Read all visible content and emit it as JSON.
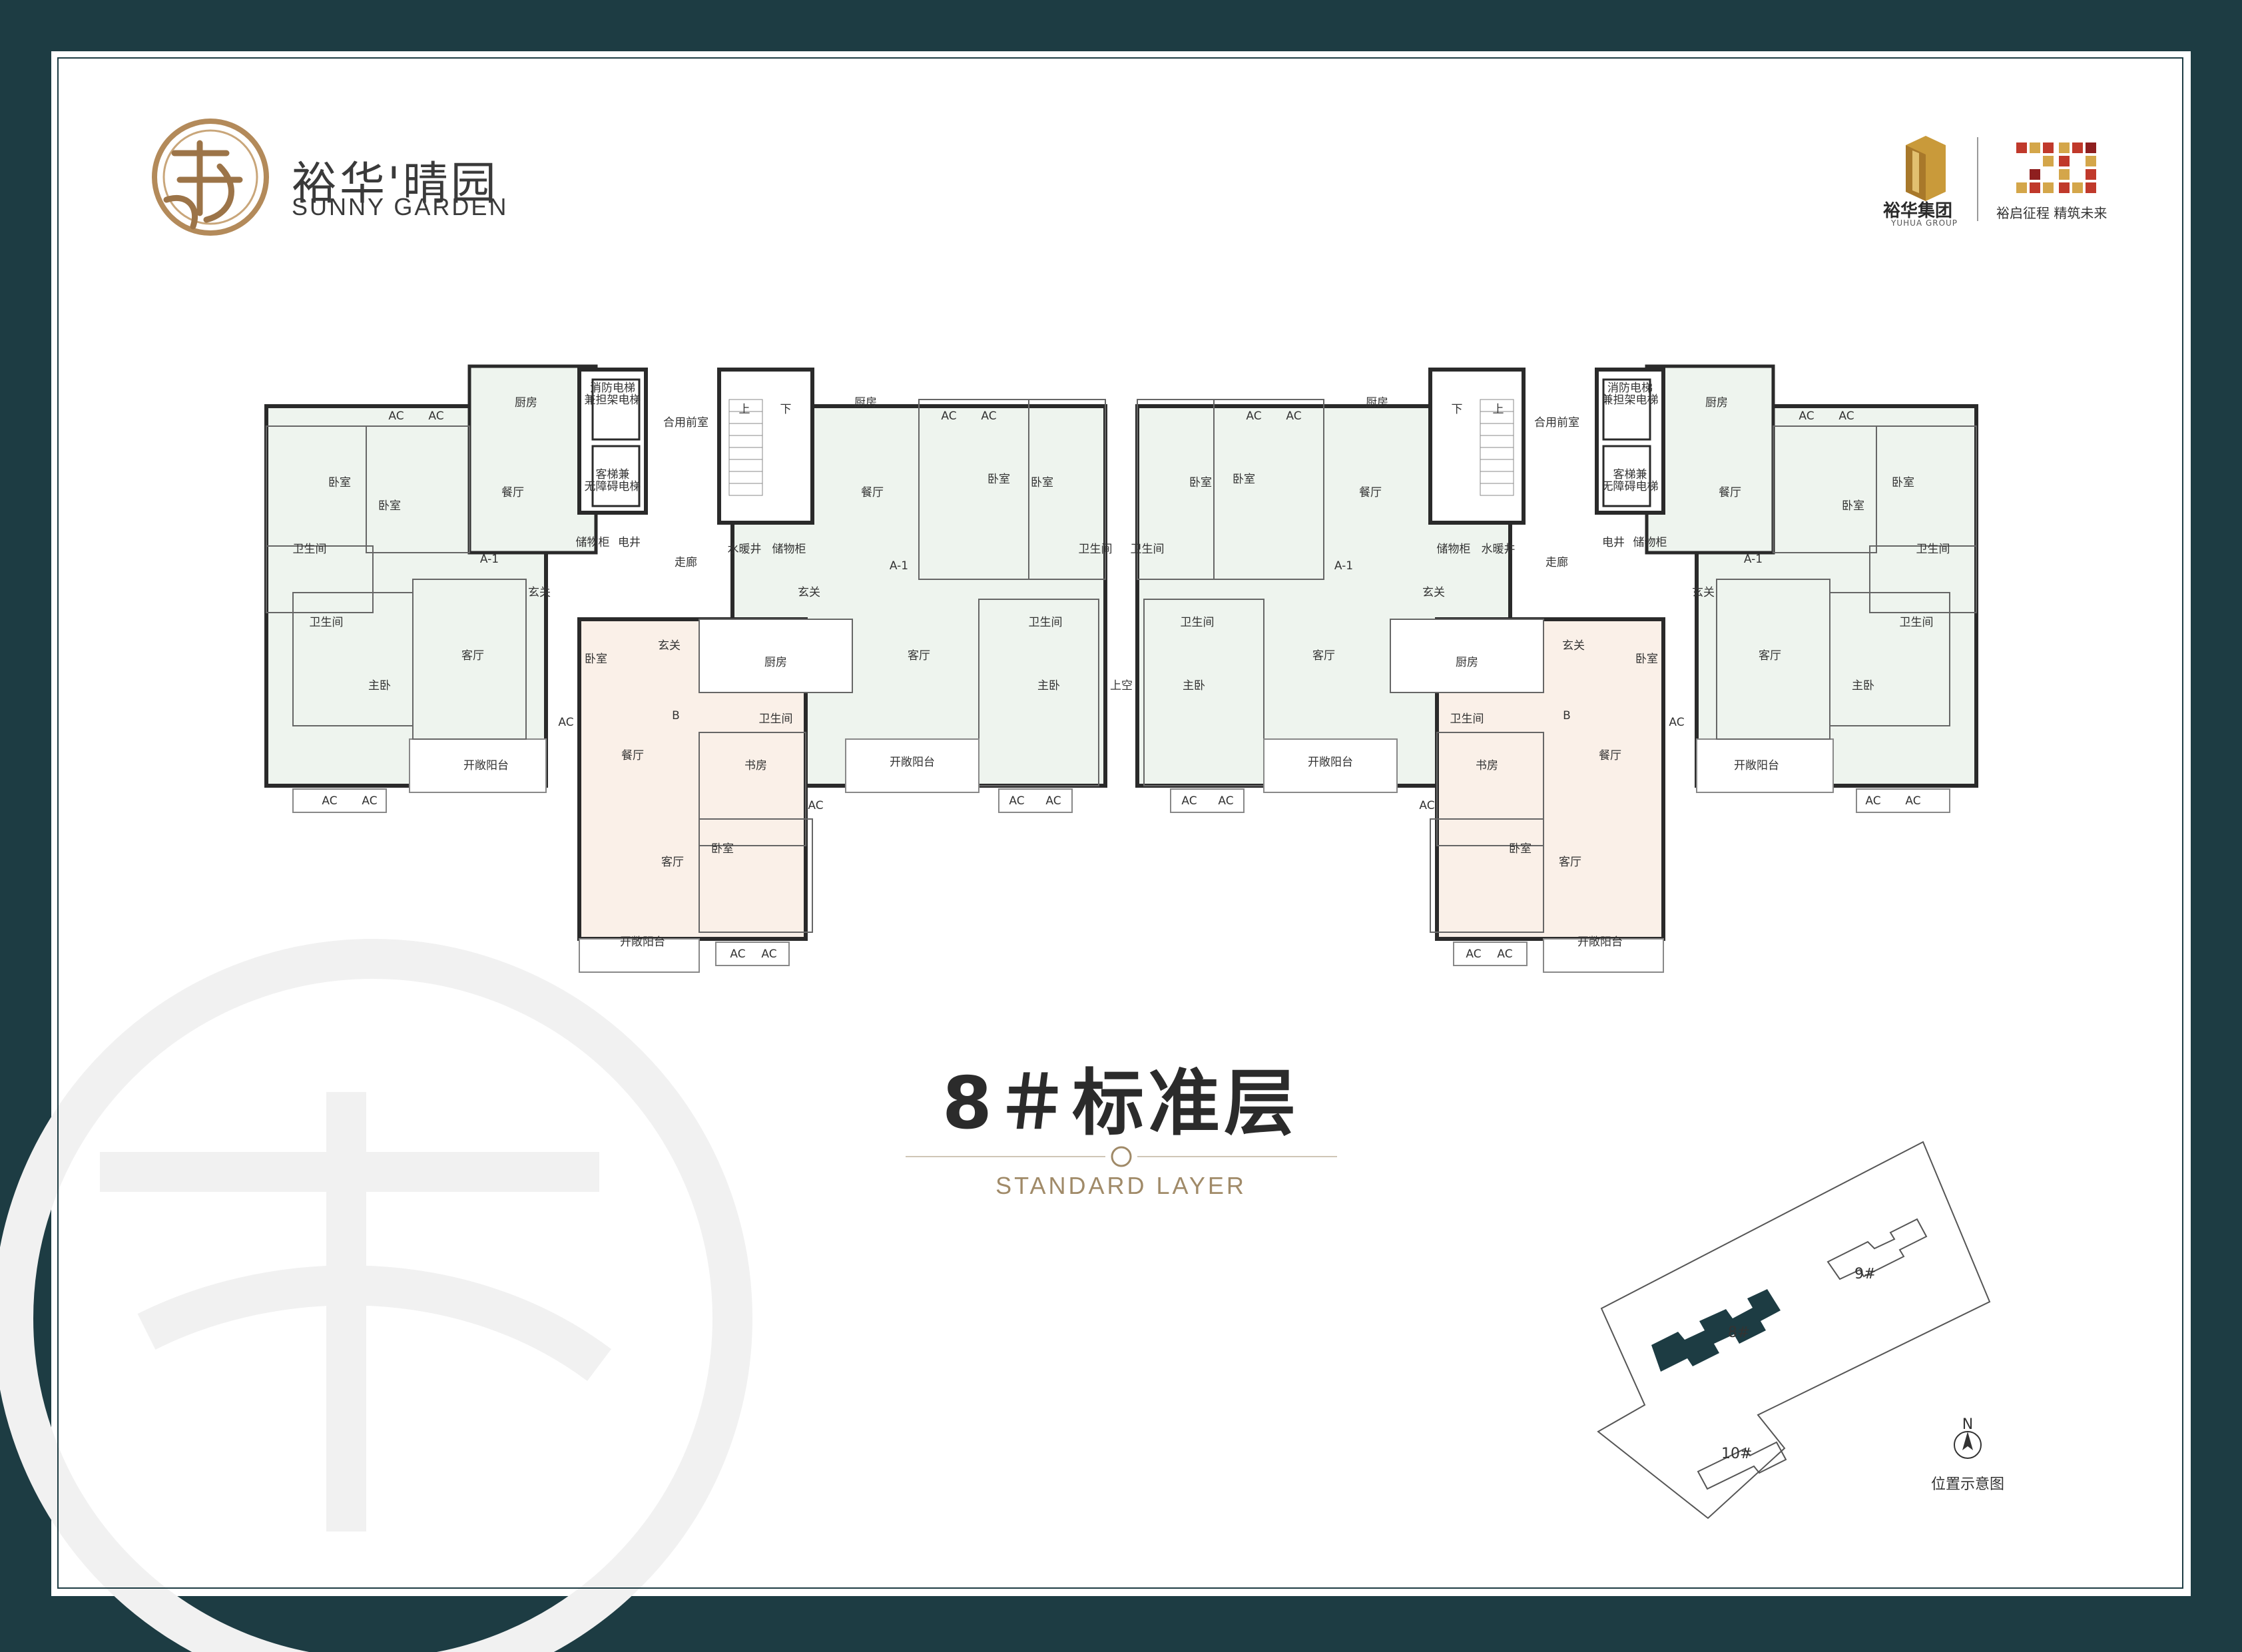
{
  "brand": {
    "name_cn": "裕华'晴园",
    "name_en": "SUNNY GARDEN",
    "group_name": "裕华集团",
    "group_name_en": "YUHUA GROUP",
    "slogan": "裕启征程 精筑未来"
  },
  "title": {
    "main": "8＃标准层",
    "sub": "STANDARD LAYER"
  },
  "colors": {
    "background": "#1d3c43",
    "unit_a_fill": "#eef4ee",
    "unit_b_fill": "#faf0e8",
    "wall": "#2a2a2a",
    "accent": "#a08a68"
  },
  "unit_labels": {
    "a": "A-1",
    "b": "B"
  },
  "rooms": {
    "kitchen": "厨房",
    "bedroom": "卧室",
    "master_bedroom": "主卧",
    "dining": "餐厅",
    "living": "客厅",
    "bathroom": "卫生间",
    "entrance": "玄关",
    "balcony": "开敞阳台",
    "study": "书房",
    "ac": "AC",
    "storage": "储物柜",
    "electric_shaft": "电井",
    "water_shaft": "水暖井",
    "corridor": "走廊",
    "shared_lobby": "合用前室",
    "up": "上",
    "down": "下",
    "void": "上空",
    "fire_elevator": [
      "消防电梯",
      "兼担架电梯"
    ],
    "passenger_elevator": [
      "客梯兼",
      "无障碍电梯"
    ]
  },
  "site_map": {
    "buildings": [
      "8#",
      "9#",
      "10#"
    ],
    "north": "N",
    "caption": "位置示意图"
  }
}
